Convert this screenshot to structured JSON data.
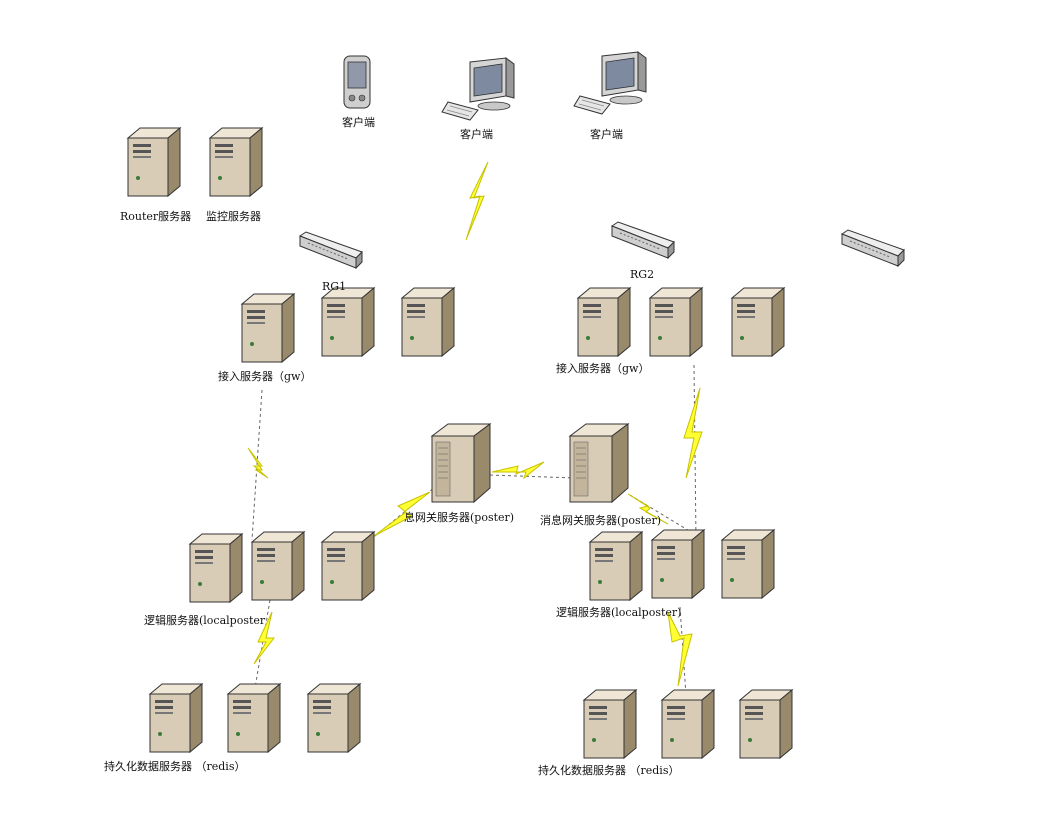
{
  "labels": {
    "client_phone": "客户端",
    "client_pc1": "客户端",
    "client_pc2": "客户端",
    "router_server": "Router服务器",
    "monitor_server": "监控服务器",
    "rg1": "RG1",
    "rg2": "RG2",
    "gw_left": "接入服务器（gw）",
    "gw_right": "接入服务器（gw）",
    "poster_left": "息网关服务器(poster)",
    "poster_right": "消息网关服务器(poster)",
    "logic_left": "逻辑服务器(localposter",
    "logic_right": "逻辑服务器(localposter)",
    "persist_left": "持久化数据服务器 （redis）",
    "persist_right": "持久化数据服务器 （redis）"
  },
  "colors": {
    "server_front": "#d9ccb6",
    "server_side": "#9a8a6c",
    "server_top": "#efe6d6",
    "lightning": "#ffff33",
    "lightning_stroke": "#c7c200",
    "switch": "#d4d4d4"
  },
  "icons": [
    "tower-server-icon",
    "rack-server-icon",
    "switch-icon",
    "desktop-computer-icon",
    "pda-icon",
    "lightning-link-icon"
  ]
}
